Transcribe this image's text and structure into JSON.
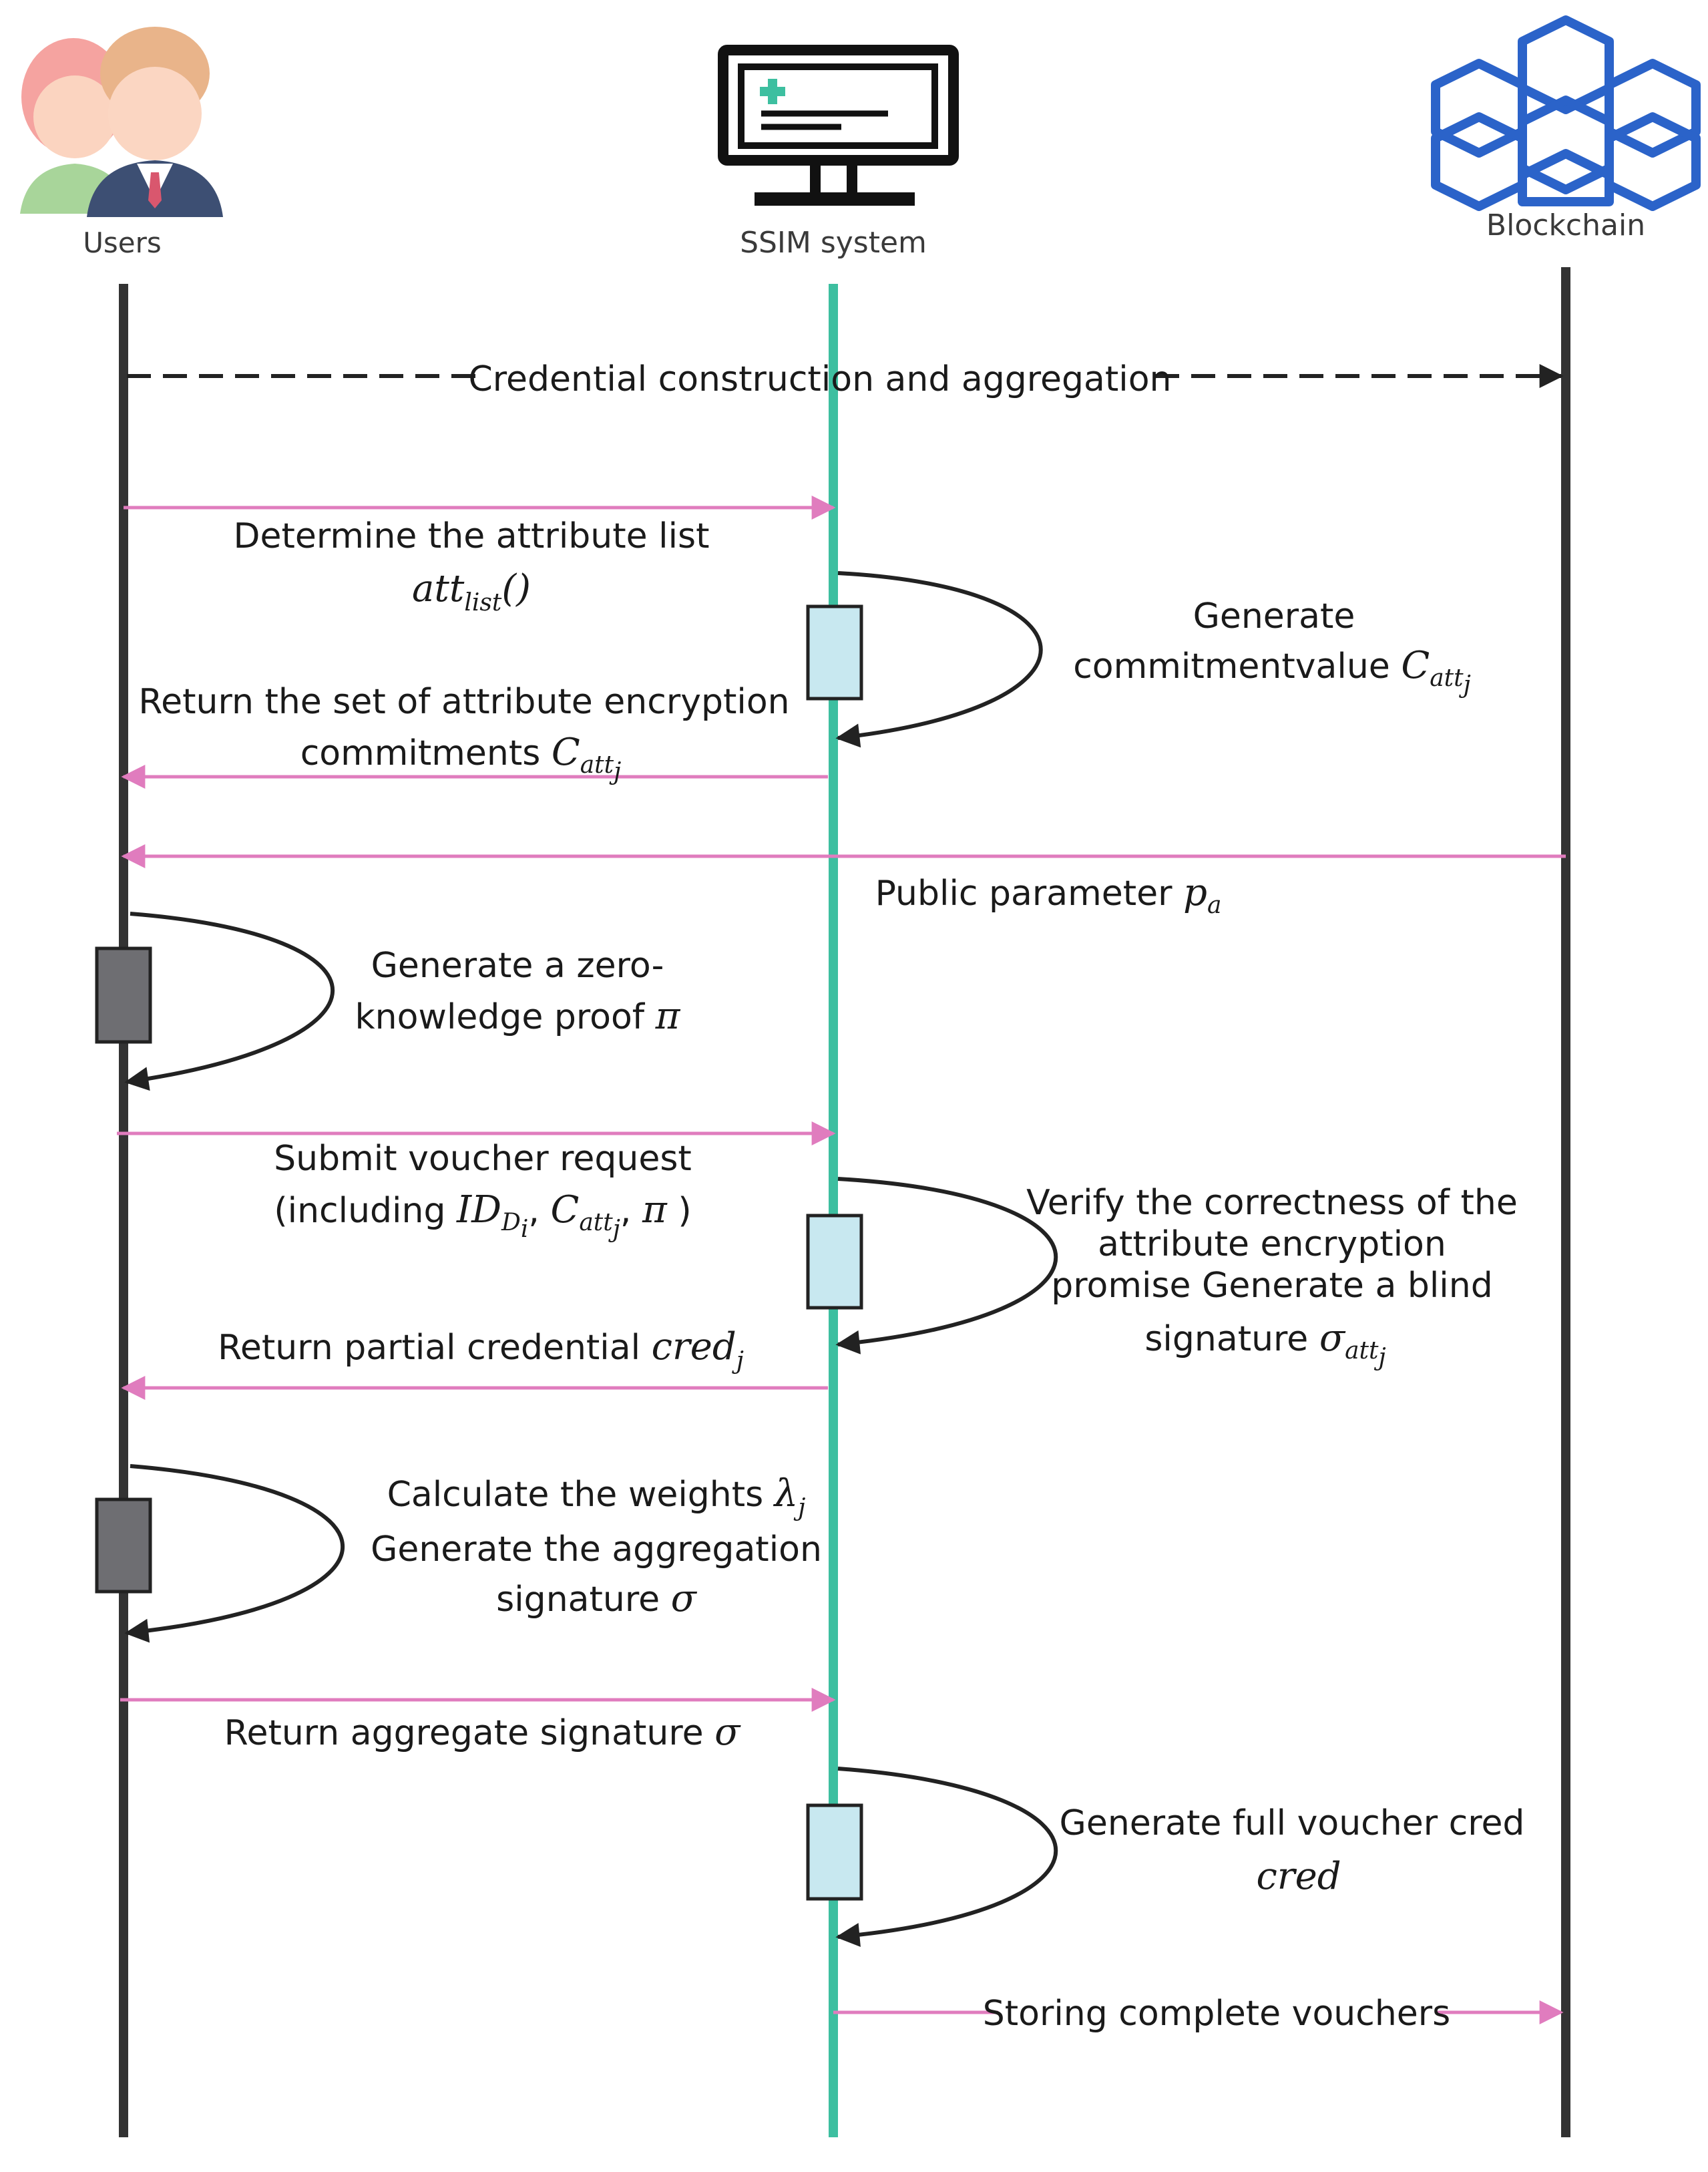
{
  "actors": {
    "users": "Users",
    "system": "SSIM system",
    "blockchain": "Blockchain"
  },
  "colors": {
    "lifeline_dark": "#333333",
    "lifeline_system": "#3dbfa0",
    "message_arrow": "#e07cbe",
    "dashed_arrow": "#222222",
    "activation_light": "#c8e8f0",
    "activation_dark": "#6e6e72",
    "blockchain_icon": "#2b63c9"
  },
  "messages": {
    "m1": "Credential construction and aggregation",
    "m2_line1": "Determine the attribute list",
    "m2_math": "att",
    "m2_sub": "list",
    "m2_paren": "()",
    "self1_line1": "Generate",
    "self1_line2": "commitmentvalue",
    "self1_math": "C",
    "self1_sub": "att",
    "self1_subsub": "j",
    "m3_line1": "Return the set of attribute encryption",
    "m3_line2": "commitments",
    "m3_math": "C",
    "m3_sub": "att",
    "m3_subsub": "j",
    "m4_text": "Public parameter",
    "m4_math": "p",
    "m4_sub": "a",
    "self2_line1": "Generate a zero-",
    "self2_line2": "knowledge proof",
    "self2_math": "π",
    "m5_line1": "Submit voucher request",
    "m5_line2a": "(including",
    "m5_math1": "ID",
    "m5_sub1": "D",
    "m5_subsub1": "i",
    "m5_comma1": ",",
    "m5_math2": "C",
    "m5_sub2": "att",
    "m5_subsub2": "j",
    "m5_comma2": ",",
    "m5_math3": "π",
    "m5_close": ")",
    "self3_line1": "Verify the correctness of the",
    "self3_line2": "attribute encryption",
    "self3_line3": "promise Generate a blind",
    "self3_line4": "signature",
    "self3_math": "σ",
    "self3_sub": "att",
    "self3_subsub": "j",
    "m6_text": "Return partial credential",
    "m6_math": "cred",
    "m6_sub": "j",
    "self4_line1": "Calculate the weights",
    "self4_math1": "λ",
    "self4_sub1": "j",
    "self4_line2": "Generate the aggregation",
    "self4_line3": "signature",
    "self4_math2": "σ",
    "m7_text": "Return aggregate signature",
    "m7_math": "σ",
    "self5_line1": "Generate full voucher cred",
    "self5_math": "cred",
    "m8_text": "Storing complete vouchers"
  }
}
